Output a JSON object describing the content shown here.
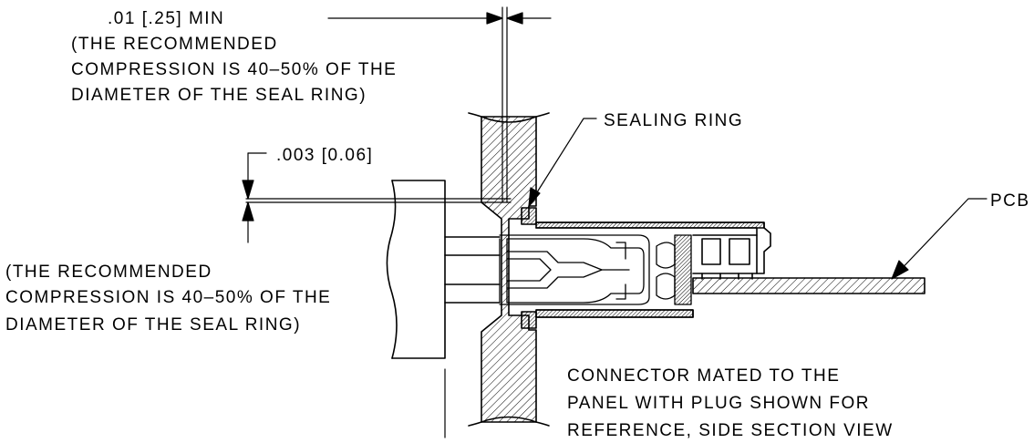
{
  "annotations": {
    "min_gap": ".01 [.25] MIN",
    "compression_note_top": [
      "(THE RECOMMENDED",
      "COMPRESSION IS 40–50% OF THE",
      "DIAMETER OF THE SEAL RING)"
    ],
    "tolerance": ".003 [0.06]",
    "compression_note_left": [
      "(THE RECOMMENDED",
      "COMPRESSION IS 40–50% OF THE",
      "DIAMETER OF THE SEAL RING)"
    ],
    "sealing_ring": "SEALING RING",
    "pcb": "PCB",
    "caption": [
      "CONNECTOR MATED TO THE",
      "PANEL WITH PLUG SHOWN FOR",
      "REFERENCE, SIDE SECTION VIEW"
    ]
  }
}
